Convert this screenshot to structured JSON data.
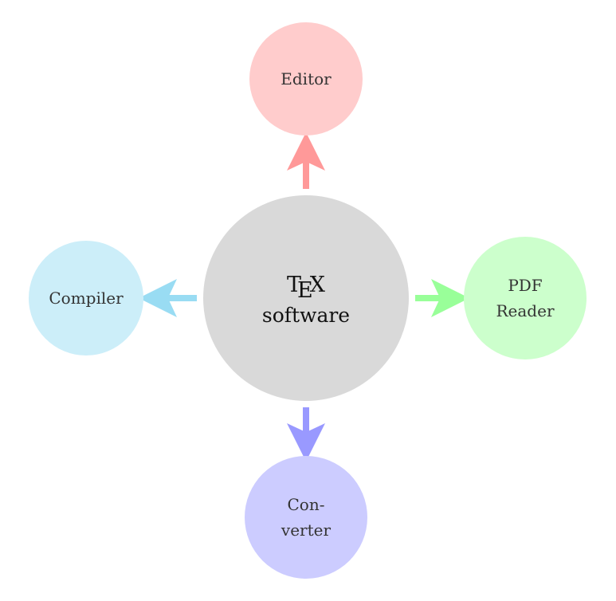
{
  "center": {
    "tex_t": "T",
    "tex_e": "E",
    "tex_x": "X",
    "line2": "software",
    "color": "#d9d9d9"
  },
  "nodes": {
    "editor": {
      "label": "Editor",
      "color": "#ffcccc",
      "arrow_color": "#ff9999"
    },
    "pdf_reader": {
      "line1": "PDF",
      "line2": "Reader",
      "color": "#ccffcc",
      "arrow_color": "#99ff99"
    },
    "converter": {
      "line1": "Con-",
      "line2": "verter",
      "color": "#ccccff",
      "arrow_color": "#9999ff"
    },
    "compiler": {
      "label": "Compiler",
      "color": "#cceef9",
      "arrow_color": "#99dcf3"
    }
  }
}
